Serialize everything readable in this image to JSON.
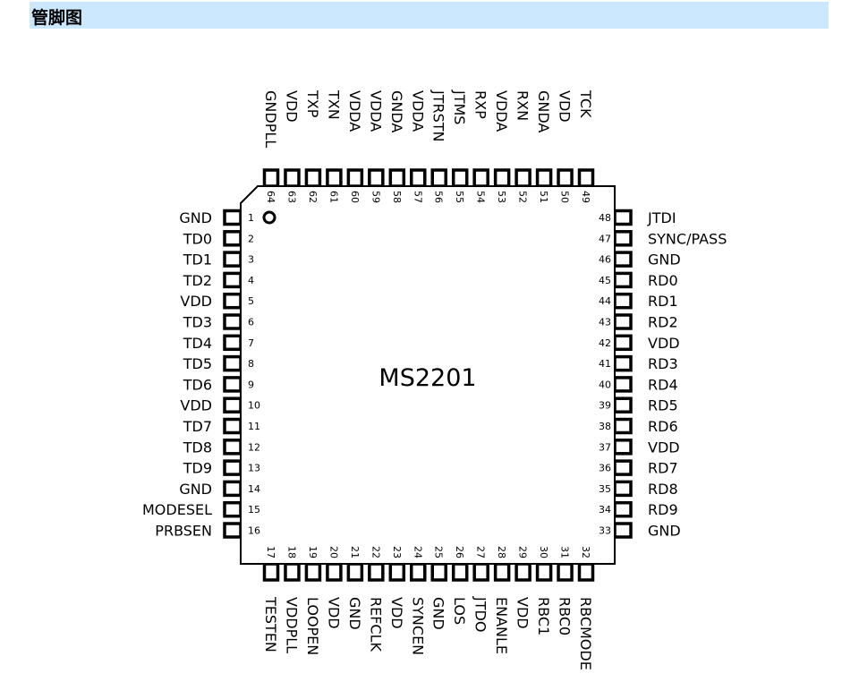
{
  "header": {
    "title": "管脚图"
  },
  "chip": {
    "name": "MS2201"
  },
  "pins": {
    "left": [
      {
        "num": "1",
        "name": "GND"
      },
      {
        "num": "2",
        "name": "TD0"
      },
      {
        "num": "3",
        "name": "TD1"
      },
      {
        "num": "4",
        "name": "TD2"
      },
      {
        "num": "5",
        "name": "VDD"
      },
      {
        "num": "6",
        "name": "TD3"
      },
      {
        "num": "7",
        "name": "TD4"
      },
      {
        "num": "8",
        "name": "TD5"
      },
      {
        "num": "9",
        "name": "TD6"
      },
      {
        "num": "10",
        "name": "VDD"
      },
      {
        "num": "11",
        "name": "TD7"
      },
      {
        "num": "12",
        "name": "TD8"
      },
      {
        "num": "13",
        "name": "TD9"
      },
      {
        "num": "14",
        "name": "GND"
      },
      {
        "num": "15",
        "name": "MODESEL"
      },
      {
        "num": "16",
        "name": "PRBSEN"
      }
    ],
    "bottom": [
      {
        "num": "17",
        "name": "TESTEN"
      },
      {
        "num": "18",
        "name": "VDDPLL"
      },
      {
        "num": "19",
        "name": "LOOPEN"
      },
      {
        "num": "20",
        "name": "VDD"
      },
      {
        "num": "21",
        "name": "GND"
      },
      {
        "num": "22",
        "name": "REFCLK"
      },
      {
        "num": "23",
        "name": "VDD"
      },
      {
        "num": "24",
        "name": "SYNCEN"
      },
      {
        "num": "25",
        "name": "GND"
      },
      {
        "num": "26",
        "name": "LOS"
      },
      {
        "num": "27",
        "name": "JTDO"
      },
      {
        "num": "28",
        "name": "ENANLE"
      },
      {
        "num": "29",
        "name": "VDD"
      },
      {
        "num": "30",
        "name": "RBC1"
      },
      {
        "num": "31",
        "name": "RBC0"
      },
      {
        "num": "32",
        "name": "RBCMODE"
      }
    ],
    "right": [
      {
        "num": "33",
        "name": "GND"
      },
      {
        "num": "34",
        "name": "RD9"
      },
      {
        "num": "35",
        "name": "RD8"
      },
      {
        "num": "36",
        "name": "RD7"
      },
      {
        "num": "37",
        "name": "VDD"
      },
      {
        "num": "38",
        "name": "RD6"
      },
      {
        "num": "39",
        "name": "RD5"
      },
      {
        "num": "40",
        "name": "RD4"
      },
      {
        "num": "41",
        "name": "RD3"
      },
      {
        "num": "42",
        "name": "VDD"
      },
      {
        "num": "43",
        "name": "RD2"
      },
      {
        "num": "44",
        "name": "RD1"
      },
      {
        "num": "45",
        "name": "RD0"
      },
      {
        "num": "46",
        "name": "GND"
      },
      {
        "num": "47",
        "name": "SYNC/PASS"
      },
      {
        "num": "48",
        "name": "JTDI"
      }
    ],
    "top": [
      {
        "num": "49",
        "name": "TCK"
      },
      {
        "num": "50",
        "name": "VDD"
      },
      {
        "num": "51",
        "name": "GNDA"
      },
      {
        "num": "52",
        "name": "RXN"
      },
      {
        "num": "53",
        "name": "VDDA"
      },
      {
        "num": "54",
        "name": "RXP"
      },
      {
        "num": "55",
        "name": "JTMS"
      },
      {
        "num": "56",
        "name": "JTRSTN"
      },
      {
        "num": "57",
        "name": "VDDA"
      },
      {
        "num": "58",
        "name": "GNDA"
      },
      {
        "num": "59",
        "name": "VDDA"
      },
      {
        "num": "60",
        "name": "VDDA"
      },
      {
        "num": "61",
        "name": "TXN"
      },
      {
        "num": "62",
        "name": "TXP"
      },
      {
        "num": "63",
        "name": "VDD"
      },
      {
        "num": "64",
        "name": "GNDPLL"
      }
    ]
  }
}
